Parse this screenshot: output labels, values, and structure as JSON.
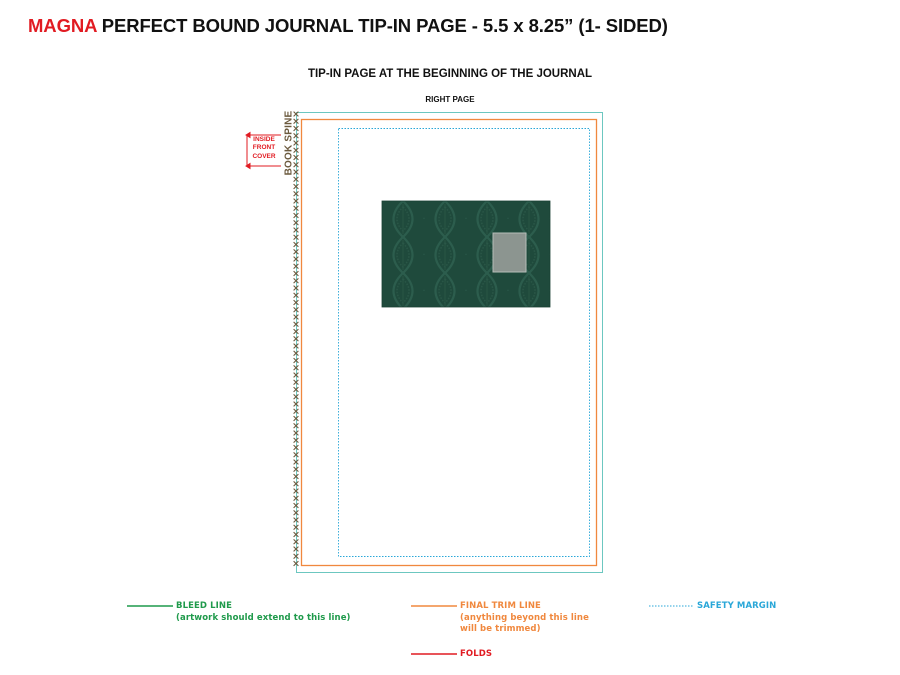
{
  "header": {
    "brand": "MAGNA",
    "title_rest": " PERFECT BOUND JOURNAL TIP-IN PAGE - 5.5 x 8.25” (1- SIDED)",
    "subtitle": "TIP-IN PAGE AT THE BEGINNING OF THE JOURNAL",
    "page_label": "RIGHT PAGE"
  },
  "spine": {
    "label": "BOOK SPINE",
    "cross_glyph": "x",
    "cover_label_lines": [
      "INSIDE",
      "FRONT",
      "COVER"
    ]
  },
  "artwork": {
    "description_icon": "leaf-pattern-artwork",
    "background_color": "#1f4a3c",
    "pattern_color": "#2c5d4d",
    "window_color": "#8c9590"
  },
  "legend": {
    "bleed": {
      "title": "BLEED LINE",
      "note": "(artwork should extend to this line)"
    },
    "trim": {
      "title": "FINAL TRIM LINE",
      "note_lines": [
        "(anything beyond this line",
        "will be trimmed)"
      ]
    },
    "safety": {
      "title": "SAFETY MARGIN"
    },
    "folds": {
      "title": "FOLDS"
    }
  },
  "colors": {
    "brand_red": "#e11b22",
    "bleed_green": "#1f9a4b",
    "trim_orange": "#f0883e",
    "safety_blue": "#2aa7d8",
    "bleed_teal": "#6cc7c0",
    "spine_brown": "#6b5a3e"
  }
}
